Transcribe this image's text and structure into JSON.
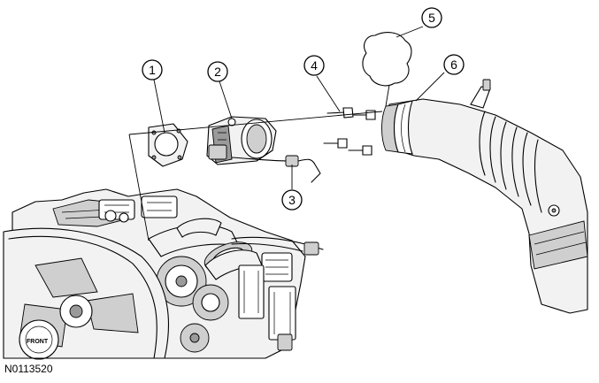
{
  "figure_id": "N0113520",
  "engine_label": "FRONT",
  "callouts": [
    {
      "number": "1"
    },
    {
      "number": "2"
    },
    {
      "number": "3"
    },
    {
      "number": "4"
    },
    {
      "number": "5"
    },
    {
      "number": "6"
    }
  ]
}
